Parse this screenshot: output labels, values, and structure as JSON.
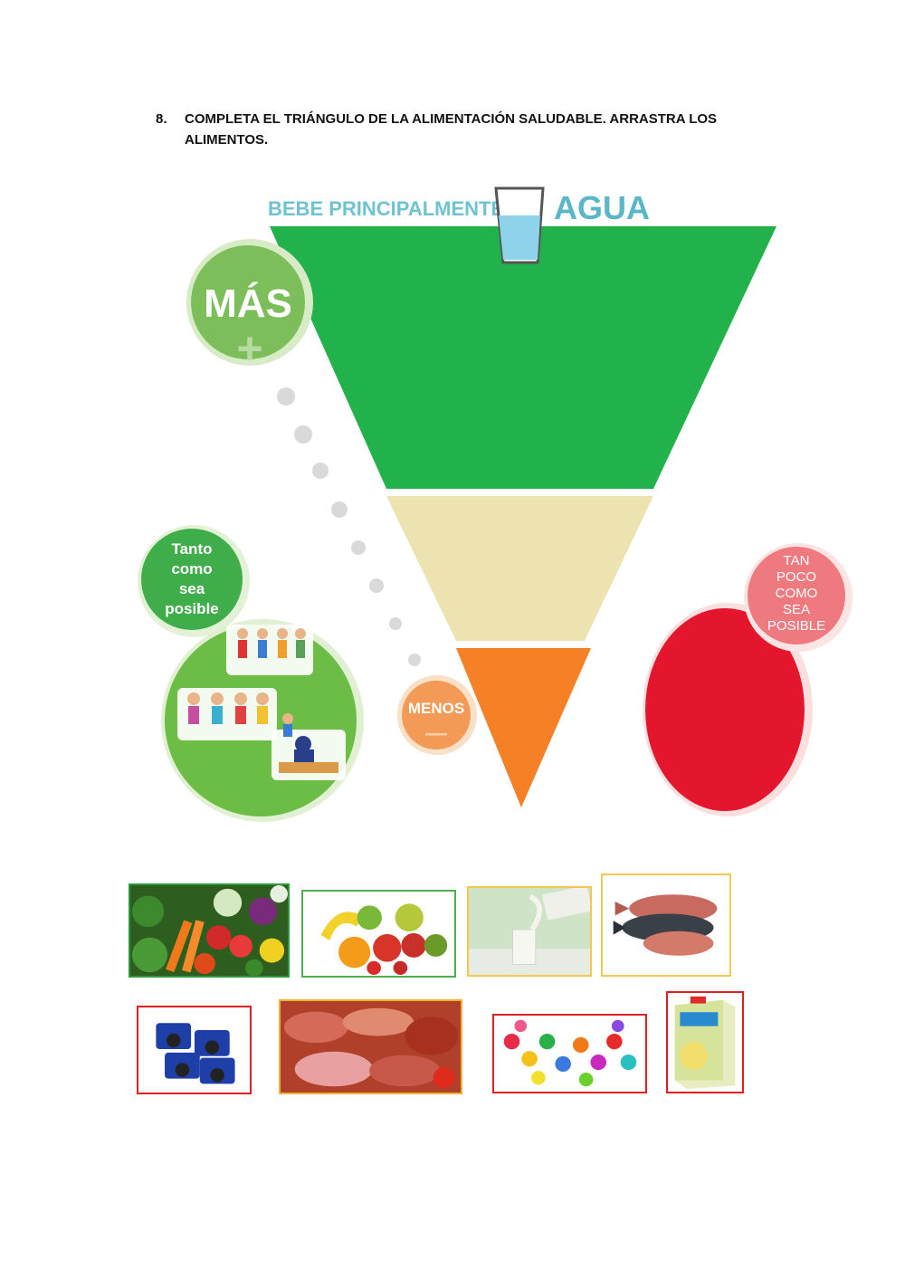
{
  "instruction": {
    "number": "8.",
    "text": "COMPLETA EL TRIÁNGULO DE LA ALIMENTACIÓN SALUDABLE. ARRASTRA LOS ALIMENTOS."
  },
  "pyramid": {
    "water_prefix": "BEBE PRINCIPALMENTE",
    "water_word": "AGUA",
    "more_label": "MÁS",
    "more_symbol": "+",
    "less_label": "MENOS",
    "less_symbol": "—",
    "as_much": [
      "Tanto",
      "como",
      "sea",
      "posible"
    ],
    "as_little": [
      "TAN",
      "POCO",
      "COMO",
      "SEA",
      "POSIBLE"
    ]
  },
  "colors": {
    "green": "#22b24c",
    "beige": "#ede3b0",
    "orange": "#f58025",
    "red": "#e3162d",
    "water_text": "#6fc3cf"
  },
  "foods": [
    {
      "name": "vegetables",
      "frame": "green"
    },
    {
      "name": "fruits",
      "frame": "green"
    },
    {
      "name": "milk",
      "frame": "gold"
    },
    {
      "name": "fish",
      "frame": "gold"
    },
    {
      "name": "cookies",
      "frame": "red"
    },
    {
      "name": "sausages",
      "frame": "gold"
    },
    {
      "name": "candies",
      "frame": "red"
    },
    {
      "name": "juice",
      "frame": "red"
    }
  ]
}
